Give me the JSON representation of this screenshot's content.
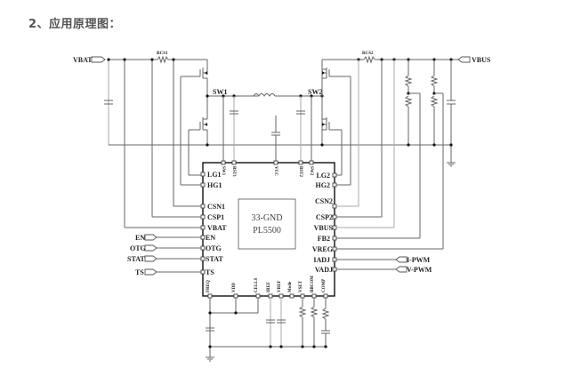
{
  "heading": "2、应用原理图：",
  "diagram": {
    "chip": {
      "core_line1": "33-GND",
      "core_line2": "PL5500",
      "left_pins": [
        "LG1",
        "HG1",
        "CSN1",
        "CSP1",
        "VBAT",
        "EN",
        "OTG",
        "STAT",
        "TS"
      ],
      "right_pins": [
        "LG2",
        "HG2",
        "CSN2",
        "CSP2",
        "VBUS",
        "FB2",
        "VREG",
        "IADJ",
        "VADJ"
      ],
      "top_pins": [
        "SW1",
        "BST1",
        "VCC",
        "BST2",
        "SW2"
      ],
      "bottom_pins": [
        "FREQ",
        "VDD",
        "CELLS",
        "IREF",
        "VREF",
        "Mode",
        "VSET",
        "BBCOM",
        "COMP"
      ]
    },
    "ports": {
      "vbat": "VBAT",
      "vbus": "VBUS",
      "en": "EN",
      "otg": "OTG",
      "stat": "STAT",
      "ts": "TS",
      "ipwm": "I-PWM",
      "vpwm": "V-PWM"
    },
    "net_labels": {
      "sw1": "SW1",
      "sw2": "SW2",
      "rcs1": "RCS1",
      "rcs2": "RCS2"
    }
  }
}
